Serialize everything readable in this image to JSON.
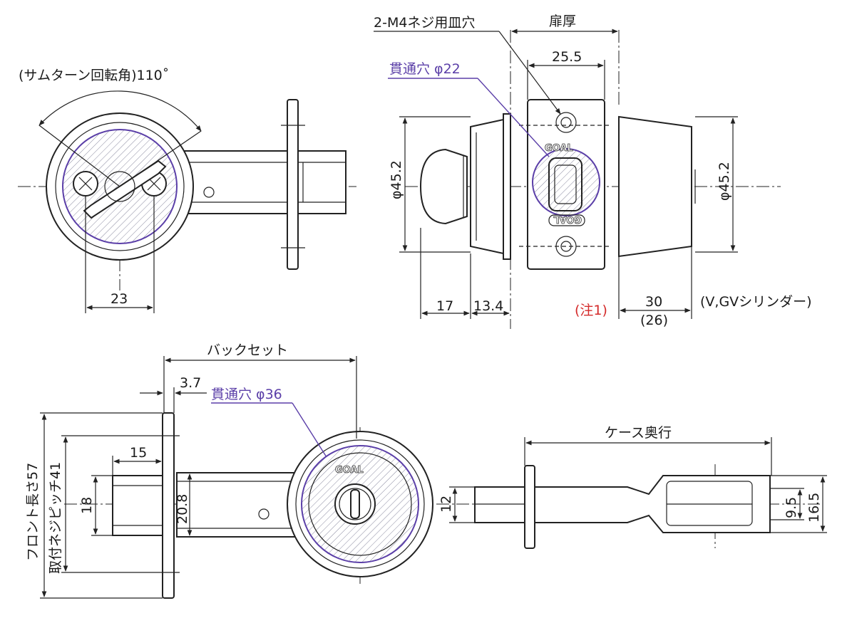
{
  "view_top_left": {
    "thumbturn_angle": "(サムターン回転角)110˚",
    "dim_23": "23"
  },
  "view_top_right": {
    "screw_hole": "2-M4ネジ用皿穴",
    "door_thickness": "扉厚",
    "dim_25_5": "25.5",
    "through_hole_22": "貫通穴 φ22",
    "dia_45_2_left": "φ45.2",
    "dia_45_2_right": "φ45.2",
    "dim_17": "17",
    "dim_13_4": "13.4",
    "note1": "(注1)",
    "dim_30": "30",
    "dim_26": "(26)",
    "cylinder_note": "(V,GVシリンダー)",
    "brand_top": "GOAL",
    "brand_bottom": "GOAL"
  },
  "view_bottom_left": {
    "backset": "バックセット",
    "dim_3_7": "3.7",
    "through_hole_36": "貫通穴 φ36",
    "dim_15": "15",
    "dim_18": "18",
    "dim_20_8": "20.8",
    "front_length": "フロント長さ57",
    "screw_pitch": "取付ネジピッチ41",
    "brand": "GOAL"
  },
  "view_bottom_right": {
    "case_depth": "ケース奥行",
    "dim_12": "12",
    "dim_9_5": "9.5",
    "dim_16_5": "16.5"
  },
  "colors": {
    "line": "#222222",
    "through_hole": "#5b3fa8",
    "note": "#d42a2a"
  }
}
